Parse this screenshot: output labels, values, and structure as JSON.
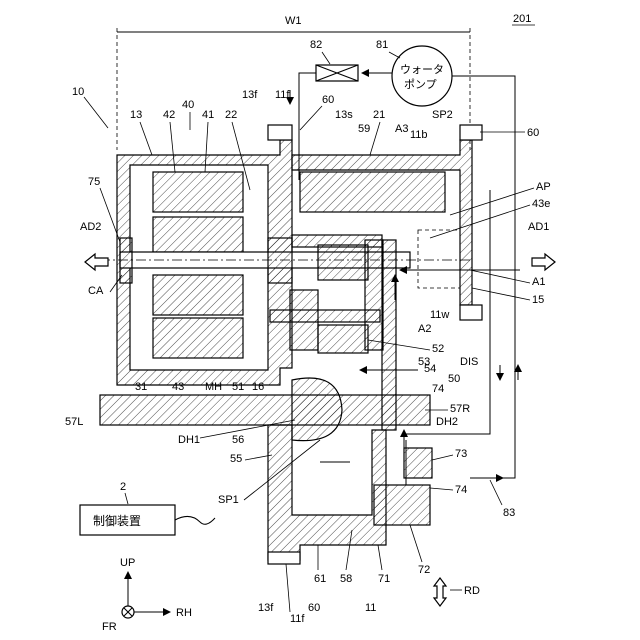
{
  "figure_id": "201",
  "dimension": "W1",
  "pump_label_line1": "ウォータ",
  "pump_label_line2": "ポンプ",
  "controller_label": "制御装置",
  "labels": {
    "l82": "82",
    "l81": "81",
    "l10": "10",
    "l40": "40",
    "l13f_top": "13f",
    "l11f_top": "11f",
    "l13": "13",
    "l42": "42",
    "l41": "41",
    "l22": "22",
    "l60_top": "60",
    "l13s": "13s",
    "l21": "21",
    "l59": "59",
    "l3": "A3",
    "l11b": "11b",
    "lSP2": "SP2",
    "l60_right": "60",
    "l75": "75",
    "lAP": "AP",
    "l43e": "43e",
    "lAD2": "AD2",
    "lAD1": "AD1",
    "lCA": "CA",
    "lA1": "A1",
    "l15": "15",
    "l11w": "11w",
    "lA2": "A2",
    "l52": "52",
    "lDIS": "DIS",
    "l53": "53",
    "l54": "54",
    "l50": "50",
    "l31": "31",
    "l43": "43",
    "lMH": "MH",
    "l51": "51",
    "l16": "16",
    "l74_a": "74",
    "l57R": "57R",
    "l57L": "57L",
    "lDH1": "DH1",
    "lDH2": "DH2",
    "l56": "56",
    "l55": "55",
    "l73": "73",
    "l74_b": "74",
    "l2": "2",
    "l83": "83",
    "lSP1": "SP1",
    "l61": "61",
    "l58": "58",
    "l71": "71",
    "l72": "72",
    "l11": "11",
    "l13f_bot": "13f",
    "l11f_bot": "11f",
    "l60_bot": "60",
    "lUP": "UP",
    "lFR": "FR",
    "lRH": "RH",
    "lRD": "RD"
  }
}
